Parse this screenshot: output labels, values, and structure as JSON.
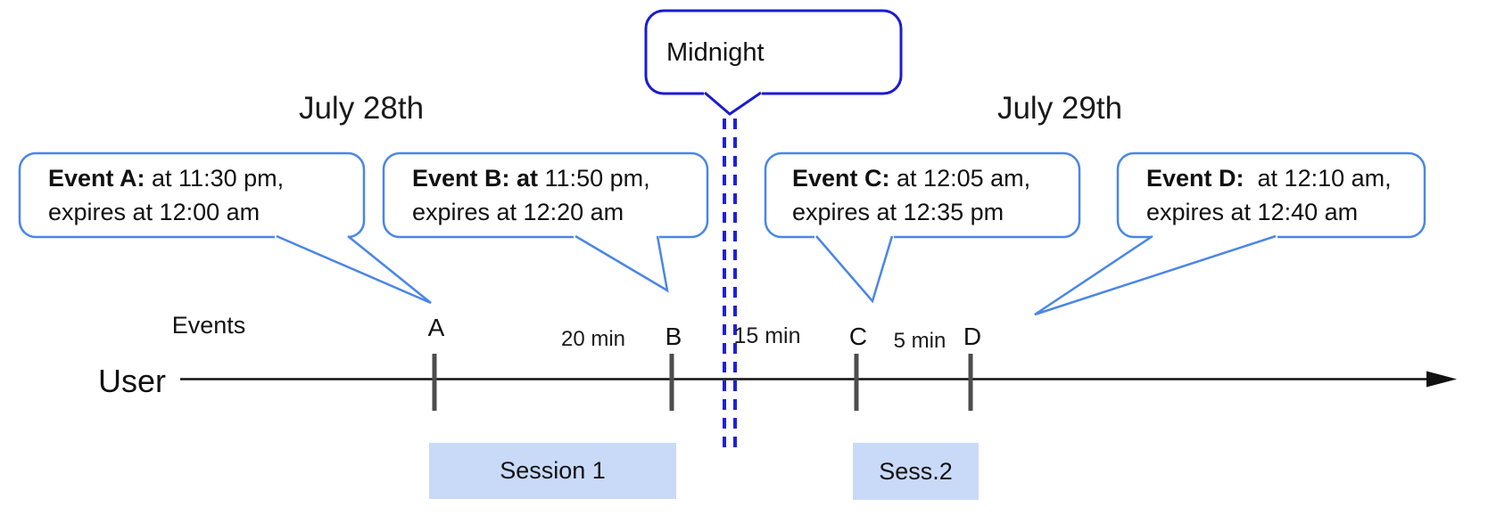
{
  "diagram": {
    "dates": {
      "left": "July 28th",
      "right": "July 29th"
    },
    "midnight_label": "Midnight",
    "axis": {
      "row_label": "User",
      "events_label": "Events"
    },
    "ticks": {
      "a": "A",
      "b": "B",
      "c": "C",
      "d": "D"
    },
    "intervals": {
      "ab": "20 min",
      "bc": "15 min",
      "cd": "5 min"
    },
    "events": {
      "a": {
        "bold": "Event A:",
        "line1_rest": " at 11:30 pm,",
        "line2": "expires at 12:00 am"
      },
      "b": {
        "bold": "Event B: at",
        "line1_rest": " 11:50 pm,",
        "line2": "expires at 12:20 am"
      },
      "c": {
        "bold": "Event C:",
        "line1_rest": " at 12:05 am,",
        "line2": "expires at 12:35 pm"
      },
      "d": {
        "bold": "Event D:",
        "line1_rest": "  at 12:10 am,",
        "line2": "expires at 12:40 am"
      }
    },
    "sessions": {
      "s1": "Session 1",
      "s2": "Sess.2"
    },
    "colors": {
      "event_bubble_border": "#4a86e8",
      "midnight_border": "#1b1bd0",
      "dash_line": "#1f1fdb",
      "session_fill": "#c9daf8",
      "tick": "#4d4d4d",
      "axis": "#111111"
    }
  }
}
